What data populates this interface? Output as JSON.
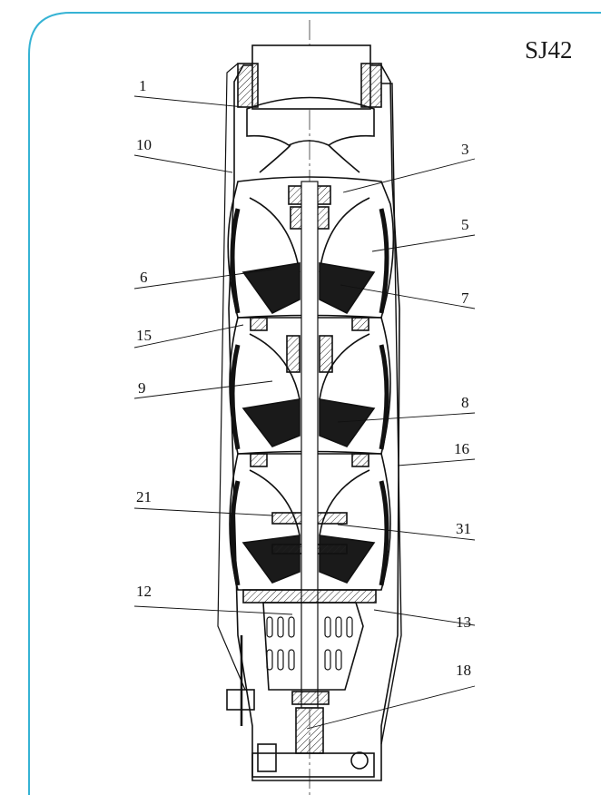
{
  "model": "SJ42",
  "frame_color": "#36b3d4",
  "callouts": [
    {
      "id": "c1",
      "label": "1"
    },
    {
      "id": "c10",
      "label": "10"
    },
    {
      "id": "c3",
      "label": "3"
    },
    {
      "id": "c5",
      "label": "5"
    },
    {
      "id": "c6",
      "label": "6"
    },
    {
      "id": "c7",
      "label": "7"
    },
    {
      "id": "c15",
      "label": "15"
    },
    {
      "id": "c9",
      "label": "9"
    },
    {
      "id": "c8",
      "label": "8"
    },
    {
      "id": "c16",
      "label": "16"
    },
    {
      "id": "c21",
      "label": "21"
    },
    {
      "id": "c31",
      "label": "31"
    },
    {
      "id": "c12",
      "label": "12"
    },
    {
      "id": "c13",
      "label": "13"
    },
    {
      "id": "c18",
      "label": "18"
    }
  ]
}
